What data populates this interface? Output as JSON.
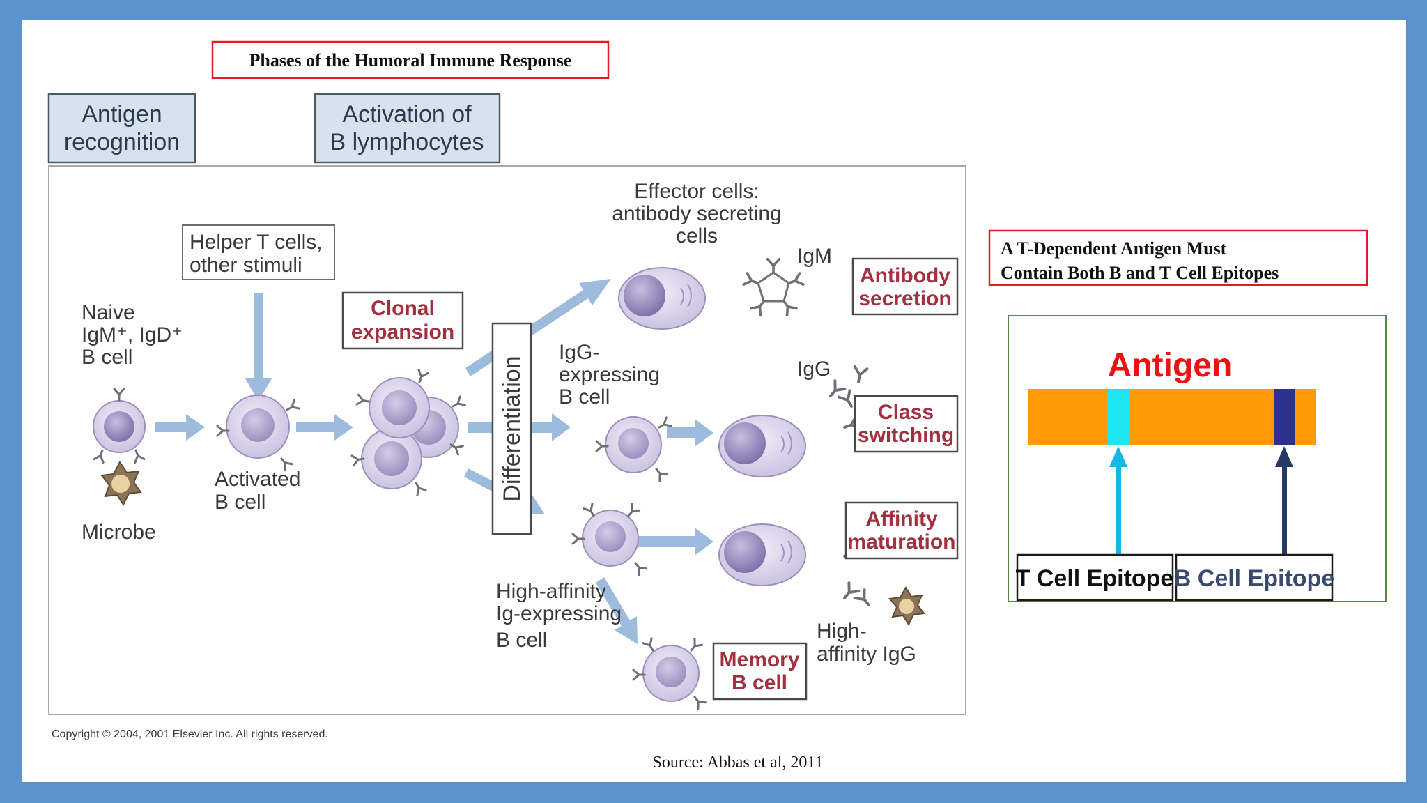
{
  "slide_title": "Phases of the Humoral Immune Response",
  "phase_headers": [
    {
      "line1": "Antigen",
      "line2": "recognition"
    },
    {
      "line1": "Activation of",
      "line2": "B lymphocytes"
    }
  ],
  "diagram": {
    "helper_box": {
      "line1": "Helper T cells,",
      "line2": "other stimuli"
    },
    "naive_label": {
      "line1": "Naive",
      "line2": "IgM⁺, IgD⁺",
      "line3": "B cell"
    },
    "microbe_label": "Microbe",
    "activated_label": {
      "line1": "Activated",
      "line2": "B cell"
    },
    "clonal_box": {
      "line1": "Clonal",
      "line2": "expansion"
    },
    "differentiation_label": "Differentiation",
    "effector_label": {
      "line1": "Effector cells:",
      "line2": "antibody secreting",
      "line3": "cells"
    },
    "igm_label": "IgM",
    "igg_label": "IgG",
    "igg_b_label": {
      "line1": "IgG-",
      "line2": "expressing",
      "line3": "B cell"
    },
    "high_affinity_label": {
      "line1": "High-affinity",
      "line2": "Ig-expressing",
      "line3": "B cell"
    },
    "high_affinity_igg_label": {
      "line1": "High-",
      "line2": "affinity IgG"
    },
    "antibody_secretion_box": {
      "line1": "Antibody",
      "line2": "secretion"
    },
    "class_switching_box": {
      "line1": "Class",
      "line2": "switching"
    },
    "affinity_maturation_box": {
      "line1": "Affinity",
      "line2": "maturation"
    },
    "memory_box": {
      "line1": "Memory",
      "line2": "B cell"
    },
    "copyright": "Copyright © 2004, 2001 Elsevier Inc. All rights reserved."
  },
  "epitope_title": {
    "line1": "A T-Dependent Antigen Must",
    "line2": "Contain Both  B and T Cell Epitopes"
  },
  "epitope_panel": {
    "antigen_label": "Antigen",
    "t_epitope_label": "T Cell Epitope",
    "b_epitope_label": "B Cell Epitope"
  },
  "source": "Source: Abbas et al, 2011",
  "colors": {
    "frame": "#5b93cf",
    "header_fill": "#d6e3ef",
    "cell_body": "#d9d2e9",
    "cell_nucleus": "#9e8fc2",
    "arrow": "#9cbbdd",
    "red_text": "#a2303f",
    "antigen_bar": "#ff9a06",
    "t_epitope": "#1ee5ef",
    "b_epitope": "#2c3290",
    "antigen_red": "#ee1111"
  }
}
